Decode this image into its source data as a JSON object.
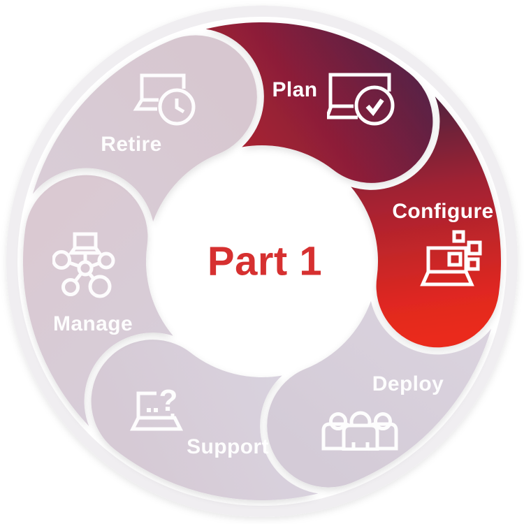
{
  "diagram": {
    "type": "device-lifecycle-wheel",
    "center": {
      "title": "Part 1",
      "color": "#d63030"
    },
    "segments": [
      {
        "label": "Plan",
        "state": "highlighted",
        "icon": "laptop-check-icon",
        "color_start": "#b2232f",
        "color_end": "#5a2045"
      },
      {
        "label": "Configure",
        "state": "highlighted",
        "icon": "laptop-squares-icon",
        "color_start": "#46223f",
        "color_end": "#ea2c1c"
      },
      {
        "label": "Deploy",
        "state": "dimmed",
        "icon": "people-group-icon",
        "color_start": "#dbd4df",
        "color_end": "#d4cbd7"
      },
      {
        "label": "Support",
        "state": "dimmed",
        "icon": "laptop-question-icon",
        "color_start": "#d9d3df",
        "color_end": "#d6cad5"
      },
      {
        "label": "Manage",
        "state": "dimmed",
        "icon": "laptop-network-icon",
        "color_start": "#d7cdd8",
        "color_end": "#dac9d2"
      },
      {
        "label": "Retire",
        "state": "dimmed",
        "icon": "laptop-clock-icon",
        "color_start": "#d9cdd7",
        "color_end": "#d7c7d0"
      }
    ],
    "support_icon_glyph": "?",
    "ring": {
      "outer_disc_color": "#f0eef1",
      "gap_color": "#ffffff",
      "background": "#ffffff"
    }
  }
}
